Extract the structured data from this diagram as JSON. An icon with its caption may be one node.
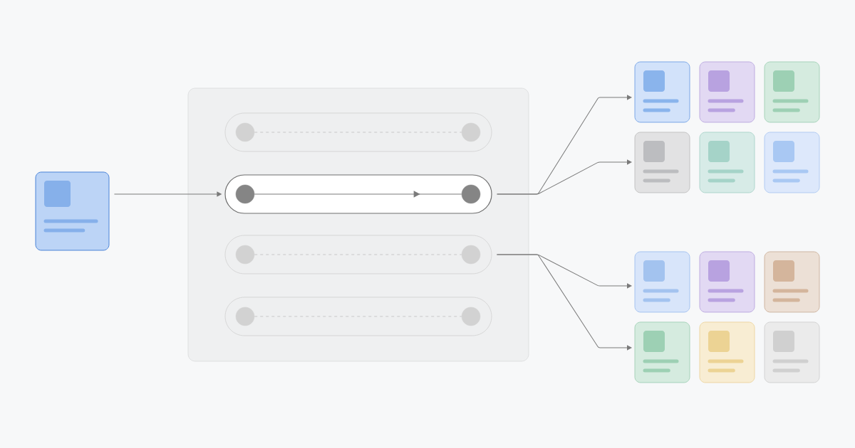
{
  "diagram": {
    "nodes": [
      {
        "text": [],
        "shape": "box"
      },
      {
        "text": [],
        "shape": "box"
      },
      {
        "text": [],
        "shape": "bar",
        "in": 1
      },
      {
        "text": [],
        "shape": "circle",
        "in": 2
      },
      {
        "text": [],
        "shape": "circle",
        "in": 2
      },
      {
        "text": [],
        "shape": "bar",
        "in": 1
      },
      {
        "text": [],
        "shape": "circle",
        "in": 5
      },
      {
        "text": [],
        "shape": "circle",
        "in": 5
      },
      {
        "text": [],
        "shape": "bar",
        "in": 1
      },
      {
        "text": [],
        "shape": "circle",
        "in": 8
      },
      {
        "text": [],
        "shape": "circle",
        "in": 8
      },
      {
        "text": [],
        "shape": "bar",
        "in": 1
      },
      {
        "text": [],
        "shape": "circle",
        "in": 11
      },
      {
        "text": [],
        "shape": "circle",
        "in": 11
      },
      {
        "text": [],
        "shape": "box"
      },
      {
        "text": [],
        "shape": "box"
      },
      {
        "text": [],
        "shape": "box"
      },
      {
        "text": [],
        "shape": "box"
      },
      {
        "text": [],
        "shape": "box"
      },
      {
        "text": [],
        "shape": "box"
      },
      {
        "text": [],
        "shape": "box"
      },
      {
        "text": [],
        "shape": "box"
      },
      {
        "text": [],
        "shape": "box"
      },
      {
        "text": [],
        "shape": "box"
      },
      {
        "text": [],
        "shape": "box"
      },
      {
        "text": [],
        "shape": "box"
      }
    ],
    "edges": [
      {
        "from": 0,
        "to": 5,
        "arrow": "to"
      },
      {
        "from": 3,
        "to": 4,
        "arrow": "none",
        "style": "dashed",
        "color": "#c8c8c8"
      },
      {
        "from": 6,
        "to": 7,
        "arrow": "to"
      },
      {
        "from": 9,
        "to": 10,
        "arrow": "none",
        "style": "dashed",
        "color": "#c8c8c8"
      },
      {
        "from": 12,
        "to": 13,
        "arrow": "none",
        "style": "dashed",
        "color": "#c8c8c8"
      },
      {
        "from": 5,
        "to": 14,
        "arrow": "to"
      },
      {
        "from": 5,
        "to": 17,
        "arrow": "to"
      },
      {
        "from": 8,
        "to": 20,
        "arrow": "to"
      },
      {
        "from": 8,
        "to": 23,
        "arrow": "to"
      }
    ]
  }
}
